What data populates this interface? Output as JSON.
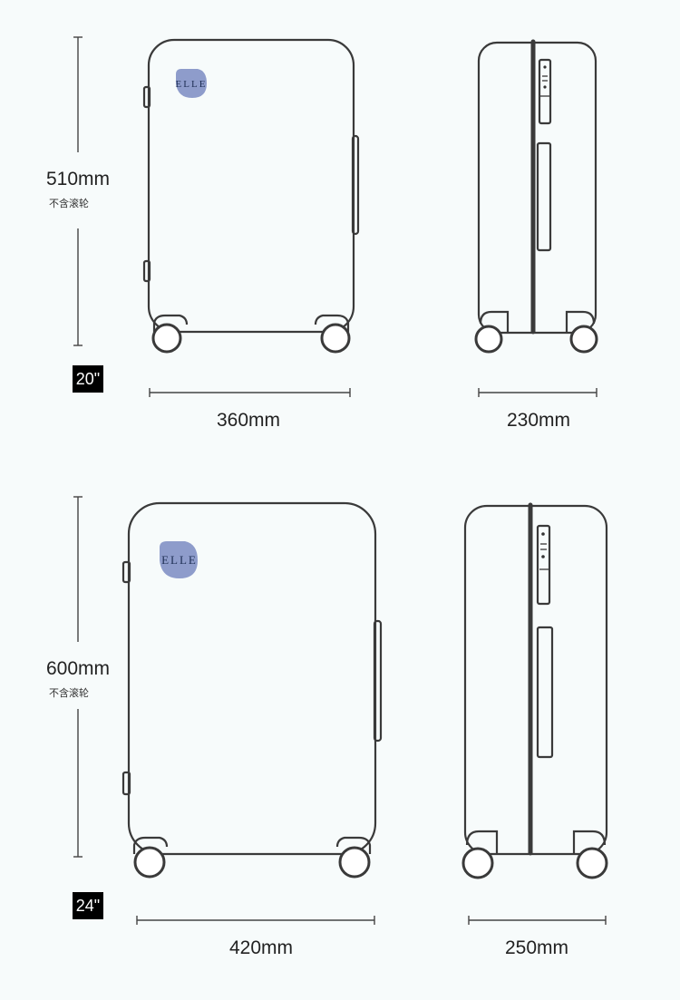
{
  "brand": {
    "logo_text": "ELLE",
    "logo_color": "#8e9ccb"
  },
  "models": [
    {
      "size_label": "20\"",
      "height": "510mm",
      "height_note": "不含滚轮",
      "width": "360mm",
      "depth": "230mm"
    },
    {
      "size_label": "24\"",
      "height": "600mm",
      "height_note": "不含滚轮",
      "width": "420mm",
      "depth": "250mm"
    }
  ],
  "colors": {
    "outline": "#3a3a3a",
    "badge_bg": "#000000",
    "background": "#f7fbfb"
  }
}
